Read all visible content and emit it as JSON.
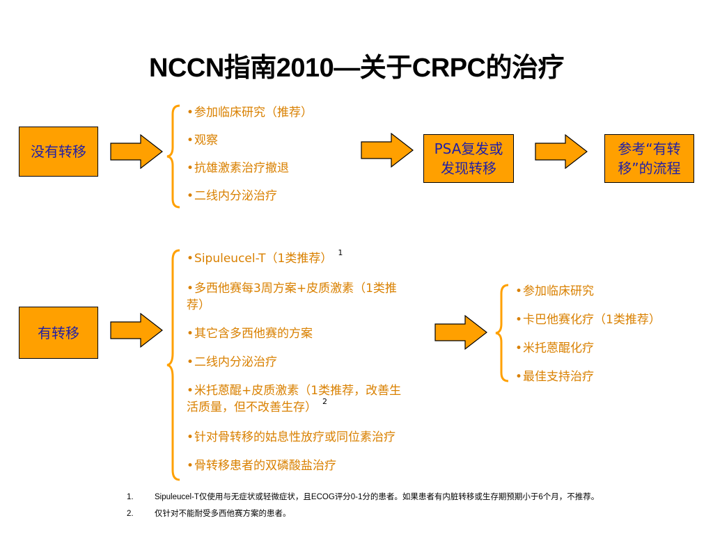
{
  "title": "NCCN指南2010—关于CRPC的治疗",
  "colors": {
    "box_fill": "#ffa000",
    "box_text": "#1f1fa8",
    "list_text": "#d98000",
    "arrow_fill": "#ffa000"
  },
  "top": {
    "start_box": "没有转移",
    "options": [
      "参加临床研究（推荐）",
      "观察",
      "抗雄激素治疗撤退",
      "二线内分泌治疗"
    ],
    "psa_box": {
      "line1": "PSA复发或",
      "line2": "发现转移"
    },
    "ref_box": {
      "line1": "参考“有转",
      "line2": "移”的流程"
    }
  },
  "bottom": {
    "start_box": "有转移",
    "options": [
      {
        "text": "Sipuleucel-T（1类推荐）",
        "sup": "1"
      },
      {
        "text": "多西他赛每3周方案+皮质激素（1类推",
        "text2": "荐）"
      },
      {
        "text": "其它含多西他赛的方案"
      },
      {
        "text": "二线内分泌治疗"
      },
      {
        "text": "米托蒽醌+皮质激素（1类推荐，改善生",
        "text2": "活质量，但不改善生存）",
        "sup": "2"
      },
      {
        "text": "针对骨转移的姑息性放疗或同位素治疗"
      },
      {
        "text": "骨转移患者的双磷酸盐治疗"
      }
    ],
    "second_line": [
      "参加临床研究",
      "卡巴他赛化疗（1类推荐）",
      "米托蒽醌化疗",
      "最佳支持治疗"
    ]
  },
  "bullet": "•",
  "footnotes": [
    {
      "num": "1.",
      "text": "Sipuleucel-T仅使用与无症状或轻微症状，且ECOG评分0-1分的患者。如果患者有内脏转移或生存期预期小于6个月，不推荐。"
    },
    {
      "num": "2.",
      "text": "仅针对不能耐受多西他赛方案的患者。"
    }
  ]
}
